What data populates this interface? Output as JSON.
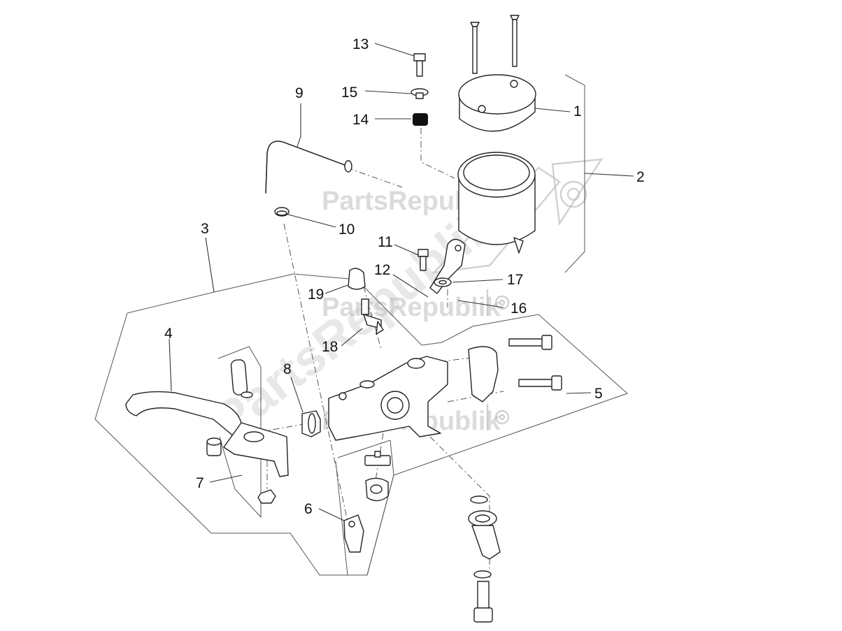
{
  "diagram": {
    "callouts": {
      "c1": "1",
      "c2": "2",
      "c3": "3",
      "c4": "4",
      "c5": "5",
      "c6": "6",
      "c7": "7",
      "c8": "8",
      "c9": "9",
      "c10": "10",
      "c11": "11",
      "c12": "12",
      "c13": "13",
      "c14": "14",
      "c15": "15",
      "c16": "16",
      "c17": "17",
      "c18": "18",
      "c19": "19"
    },
    "watermark": {
      "brand": "PartsRepublik",
      "icon": "gear-flag-icon"
    }
  }
}
